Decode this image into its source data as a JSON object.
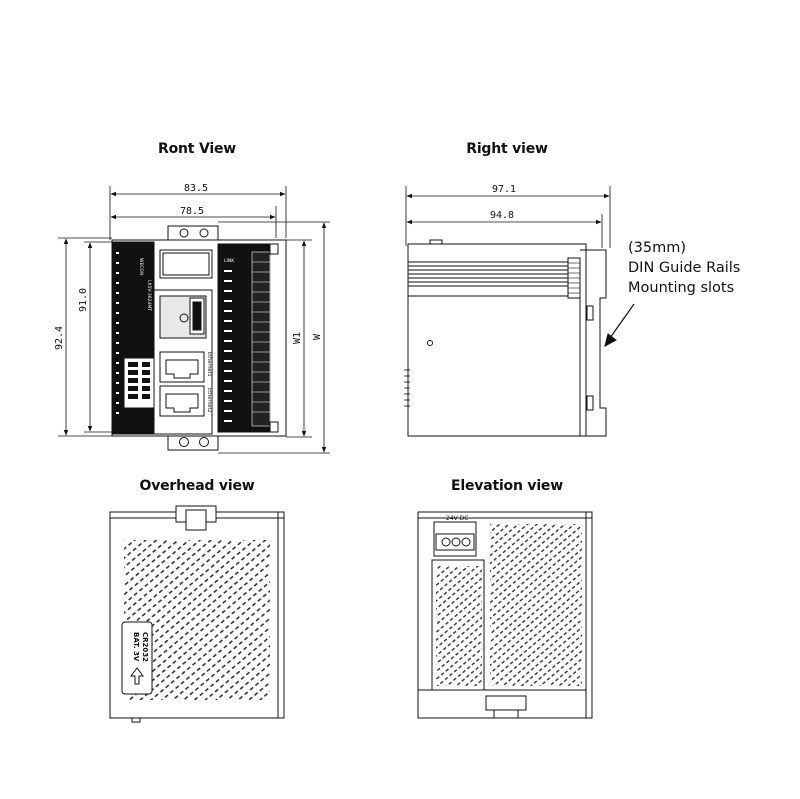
{
  "views": {
    "front": {
      "title": "Ront View"
    },
    "right": {
      "title": "Right view"
    },
    "overhead": {
      "title": "Overhead view"
    },
    "elevation": {
      "title": "Elevation view"
    }
  },
  "dimensions": {
    "front_w_outer": "83.5",
    "front_w_inner": "78.5",
    "front_h_outer": "92.4",
    "front_h_inner": "91.0",
    "front_w1": "W1",
    "front_w": "W",
    "right_d_outer": "97.1",
    "right_d_inner": "94.8"
  },
  "annotation": {
    "line1": "(35mm)",
    "line2": "DIN Guide Rails",
    "line3": "Mounting slots"
  },
  "labels": {
    "battery_line1": "BAT. 3V",
    "battery_line2": "CR2032",
    "power_label": "24V DC",
    "ethernet1": "Ethernet1",
    "ethernet2": "Ethernet2",
    "brand": "WECON",
    "model": "LX5V-3624MT",
    "terminal_header": "LINK"
  }
}
